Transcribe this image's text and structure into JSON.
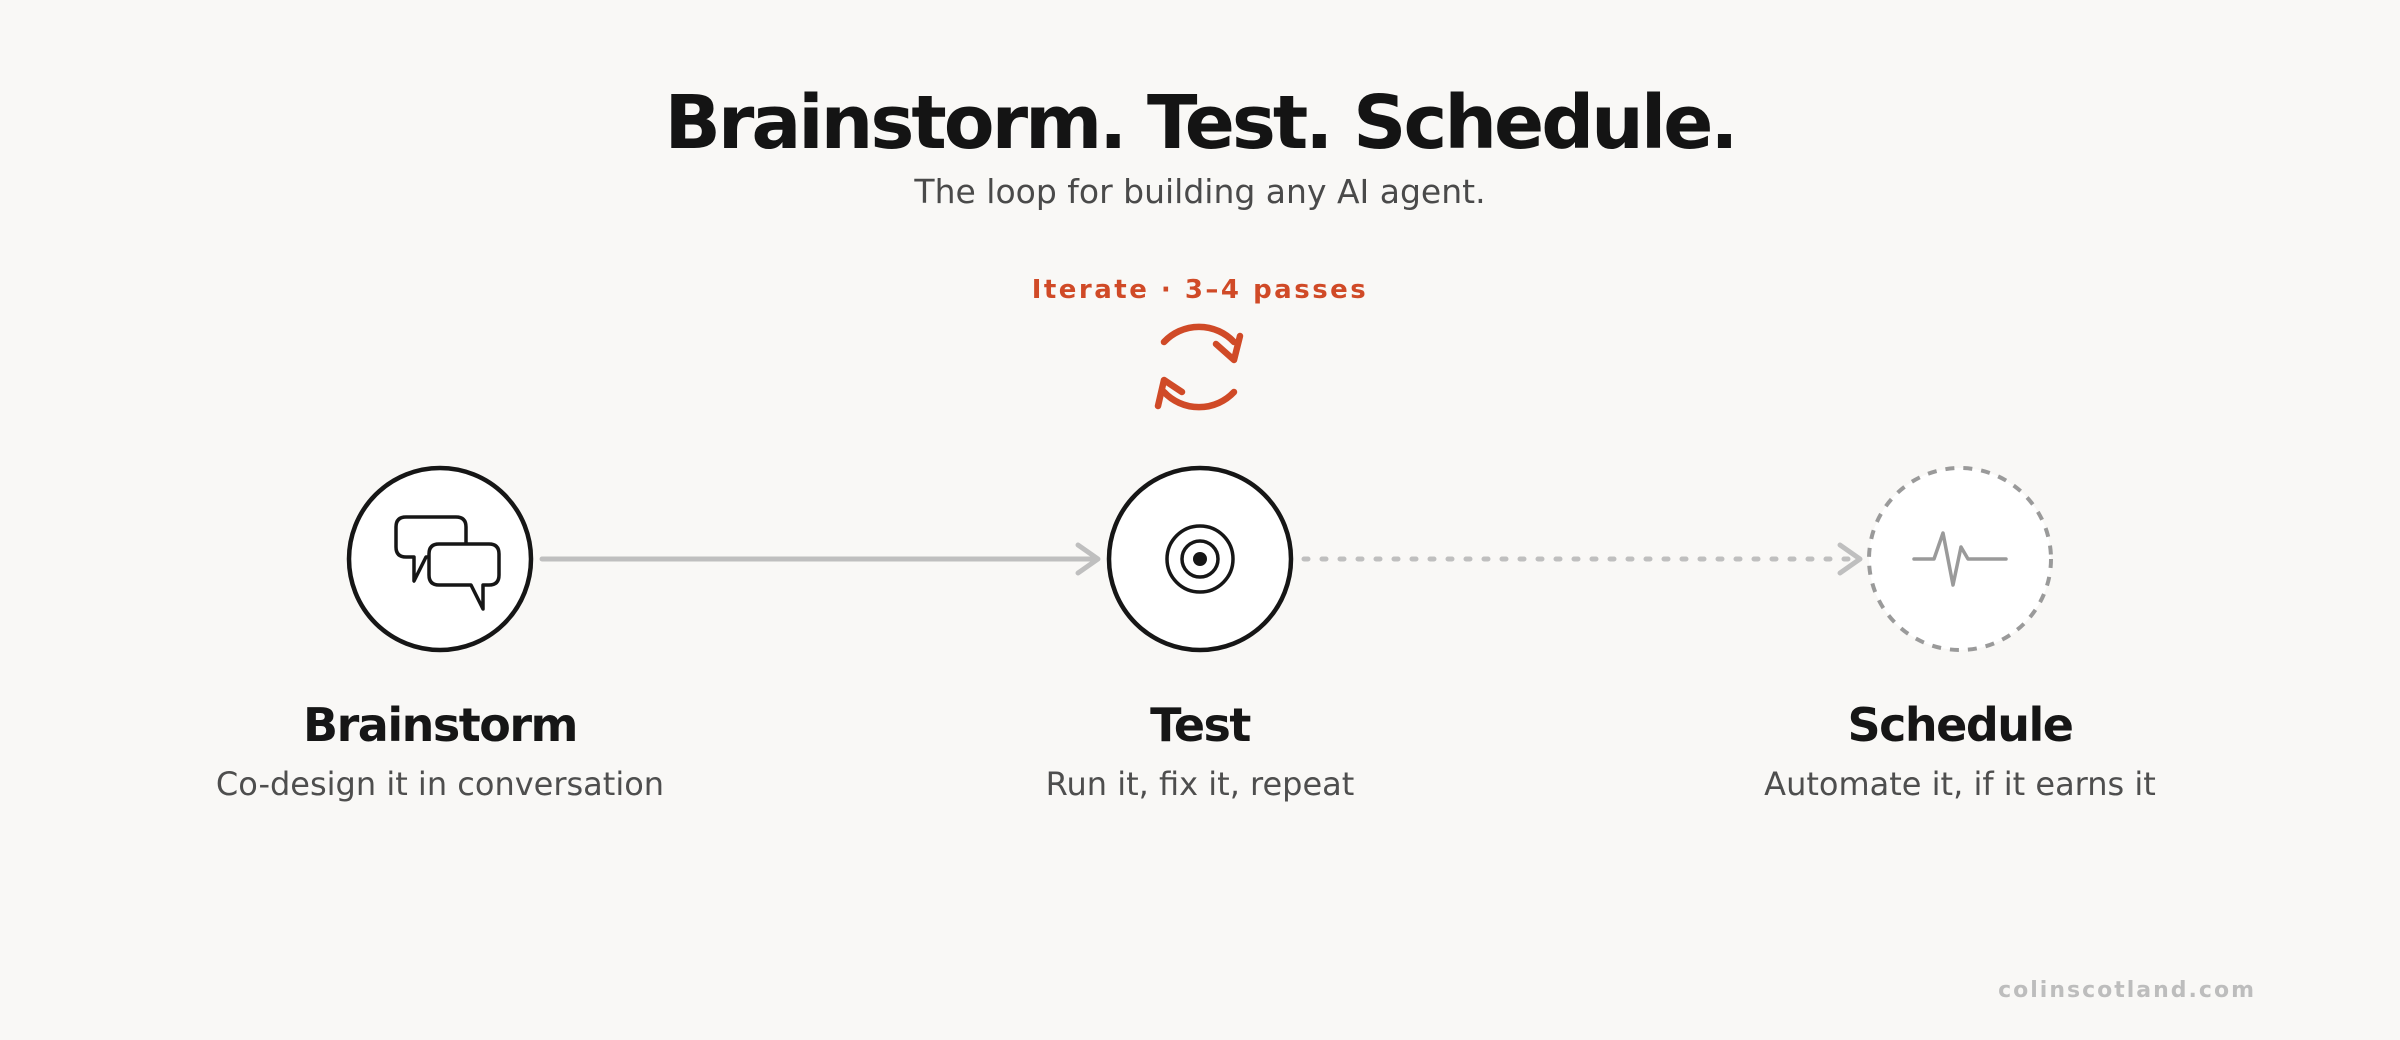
{
  "header": {
    "title": "Brainstorm. Test. Schedule.",
    "subtitle": "The loop for building any AI agent."
  },
  "loop": {
    "label": "Iterate · 3–4 passes",
    "icon": "refresh-cycle-icon",
    "color": "#d04a27"
  },
  "steps": [
    {
      "label": "Brainstorm",
      "description": "Co-design it in conversation",
      "icon": "chat-bubbles-icon",
      "style": "solid"
    },
    {
      "label": "Test",
      "description": "Run it, fix it, repeat",
      "icon": "target-icon",
      "style": "solid"
    },
    {
      "label": "Schedule",
      "description": "Automate it, if it earns it",
      "icon": "pulse-icon",
      "style": "dashed"
    }
  ],
  "connectors": [
    {
      "from": "Brainstorm",
      "to": "Test",
      "style": "solid"
    },
    {
      "from": "Test",
      "to": "Schedule",
      "style": "dotted"
    }
  ],
  "colors": {
    "background": "#f9f8f6",
    "ink": "#161616",
    "muted": "#9a9a9a",
    "connector": "#bfbfbf",
    "accent": "#d04a27"
  },
  "footer": {
    "credit": "colinscotland.com"
  }
}
